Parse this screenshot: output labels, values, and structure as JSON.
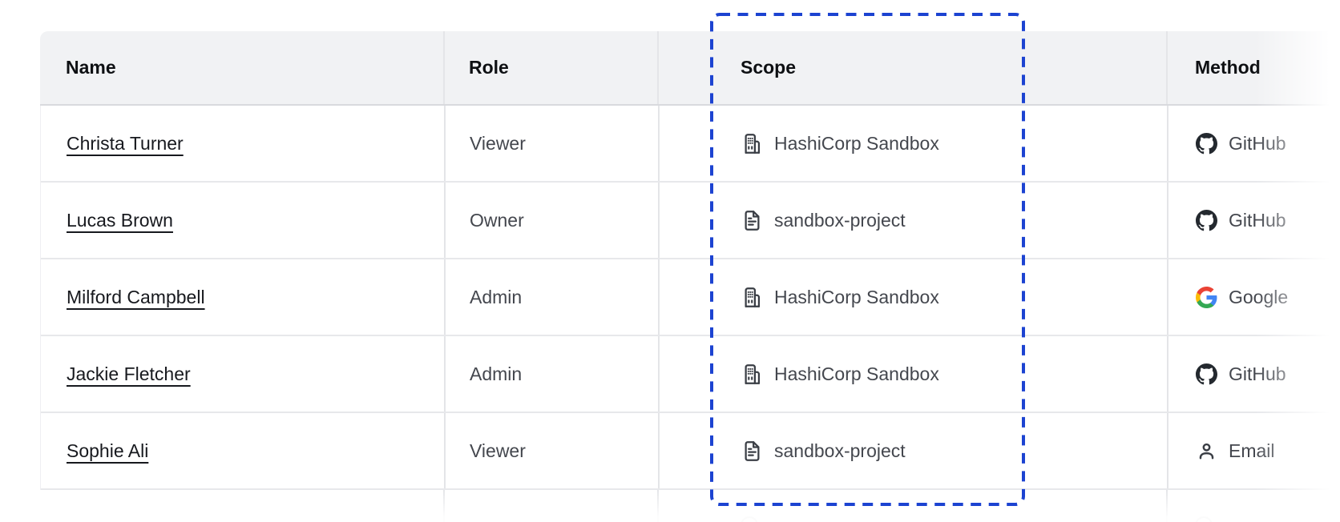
{
  "table": {
    "columns": [
      {
        "label": "Name"
      },
      {
        "label": "Role"
      },
      {
        "label": "Scope"
      },
      {
        "label": "Method"
      }
    ],
    "rows": [
      {
        "name": "Christa Turner",
        "role": "Viewer",
        "scope": {
          "label": "HashiCorp Sandbox",
          "icon": "org-icon"
        },
        "method": {
          "label": "GitHub",
          "icon": "github-icon"
        }
      },
      {
        "name": "Lucas Brown",
        "role": "Owner",
        "scope": {
          "label": "sandbox-project",
          "icon": "file-text-icon"
        },
        "method": {
          "label": "GitHub",
          "icon": "github-icon"
        }
      },
      {
        "name": "Milford Campbell",
        "role": "Admin",
        "scope": {
          "label": "HashiCorp Sandbox",
          "icon": "org-icon"
        },
        "method": {
          "label": "Google",
          "icon": "google-icon"
        }
      },
      {
        "name": "Jackie Fletcher",
        "role": "Admin",
        "scope": {
          "label": "HashiCorp Sandbox",
          "icon": "org-icon"
        },
        "method": {
          "label": "GitHub",
          "icon": "github-icon"
        }
      },
      {
        "name": "Sophie Ali",
        "role": "Viewer",
        "scope": {
          "label": "sandbox-project",
          "icon": "file-text-icon"
        },
        "method": {
          "label": "Email",
          "icon": "user-icon"
        }
      }
    ]
  },
  "highlight": {
    "target_column": "Scope",
    "style": "dashed",
    "color": "#1c43d1"
  },
  "colors": {
    "header_bg": "#f1f2f4",
    "header_text": "#0e1013",
    "row_border": "#e7e8eb",
    "column_border": "#e4e5e8",
    "body_text": "#44474e",
    "link_text": "#17191e",
    "icon": "#3a3e45",
    "github": "#24292f",
    "google_blue": "#4285F4",
    "google_green": "#34A853",
    "google_yellow": "#FBBC05",
    "google_red": "#EA4335"
  }
}
